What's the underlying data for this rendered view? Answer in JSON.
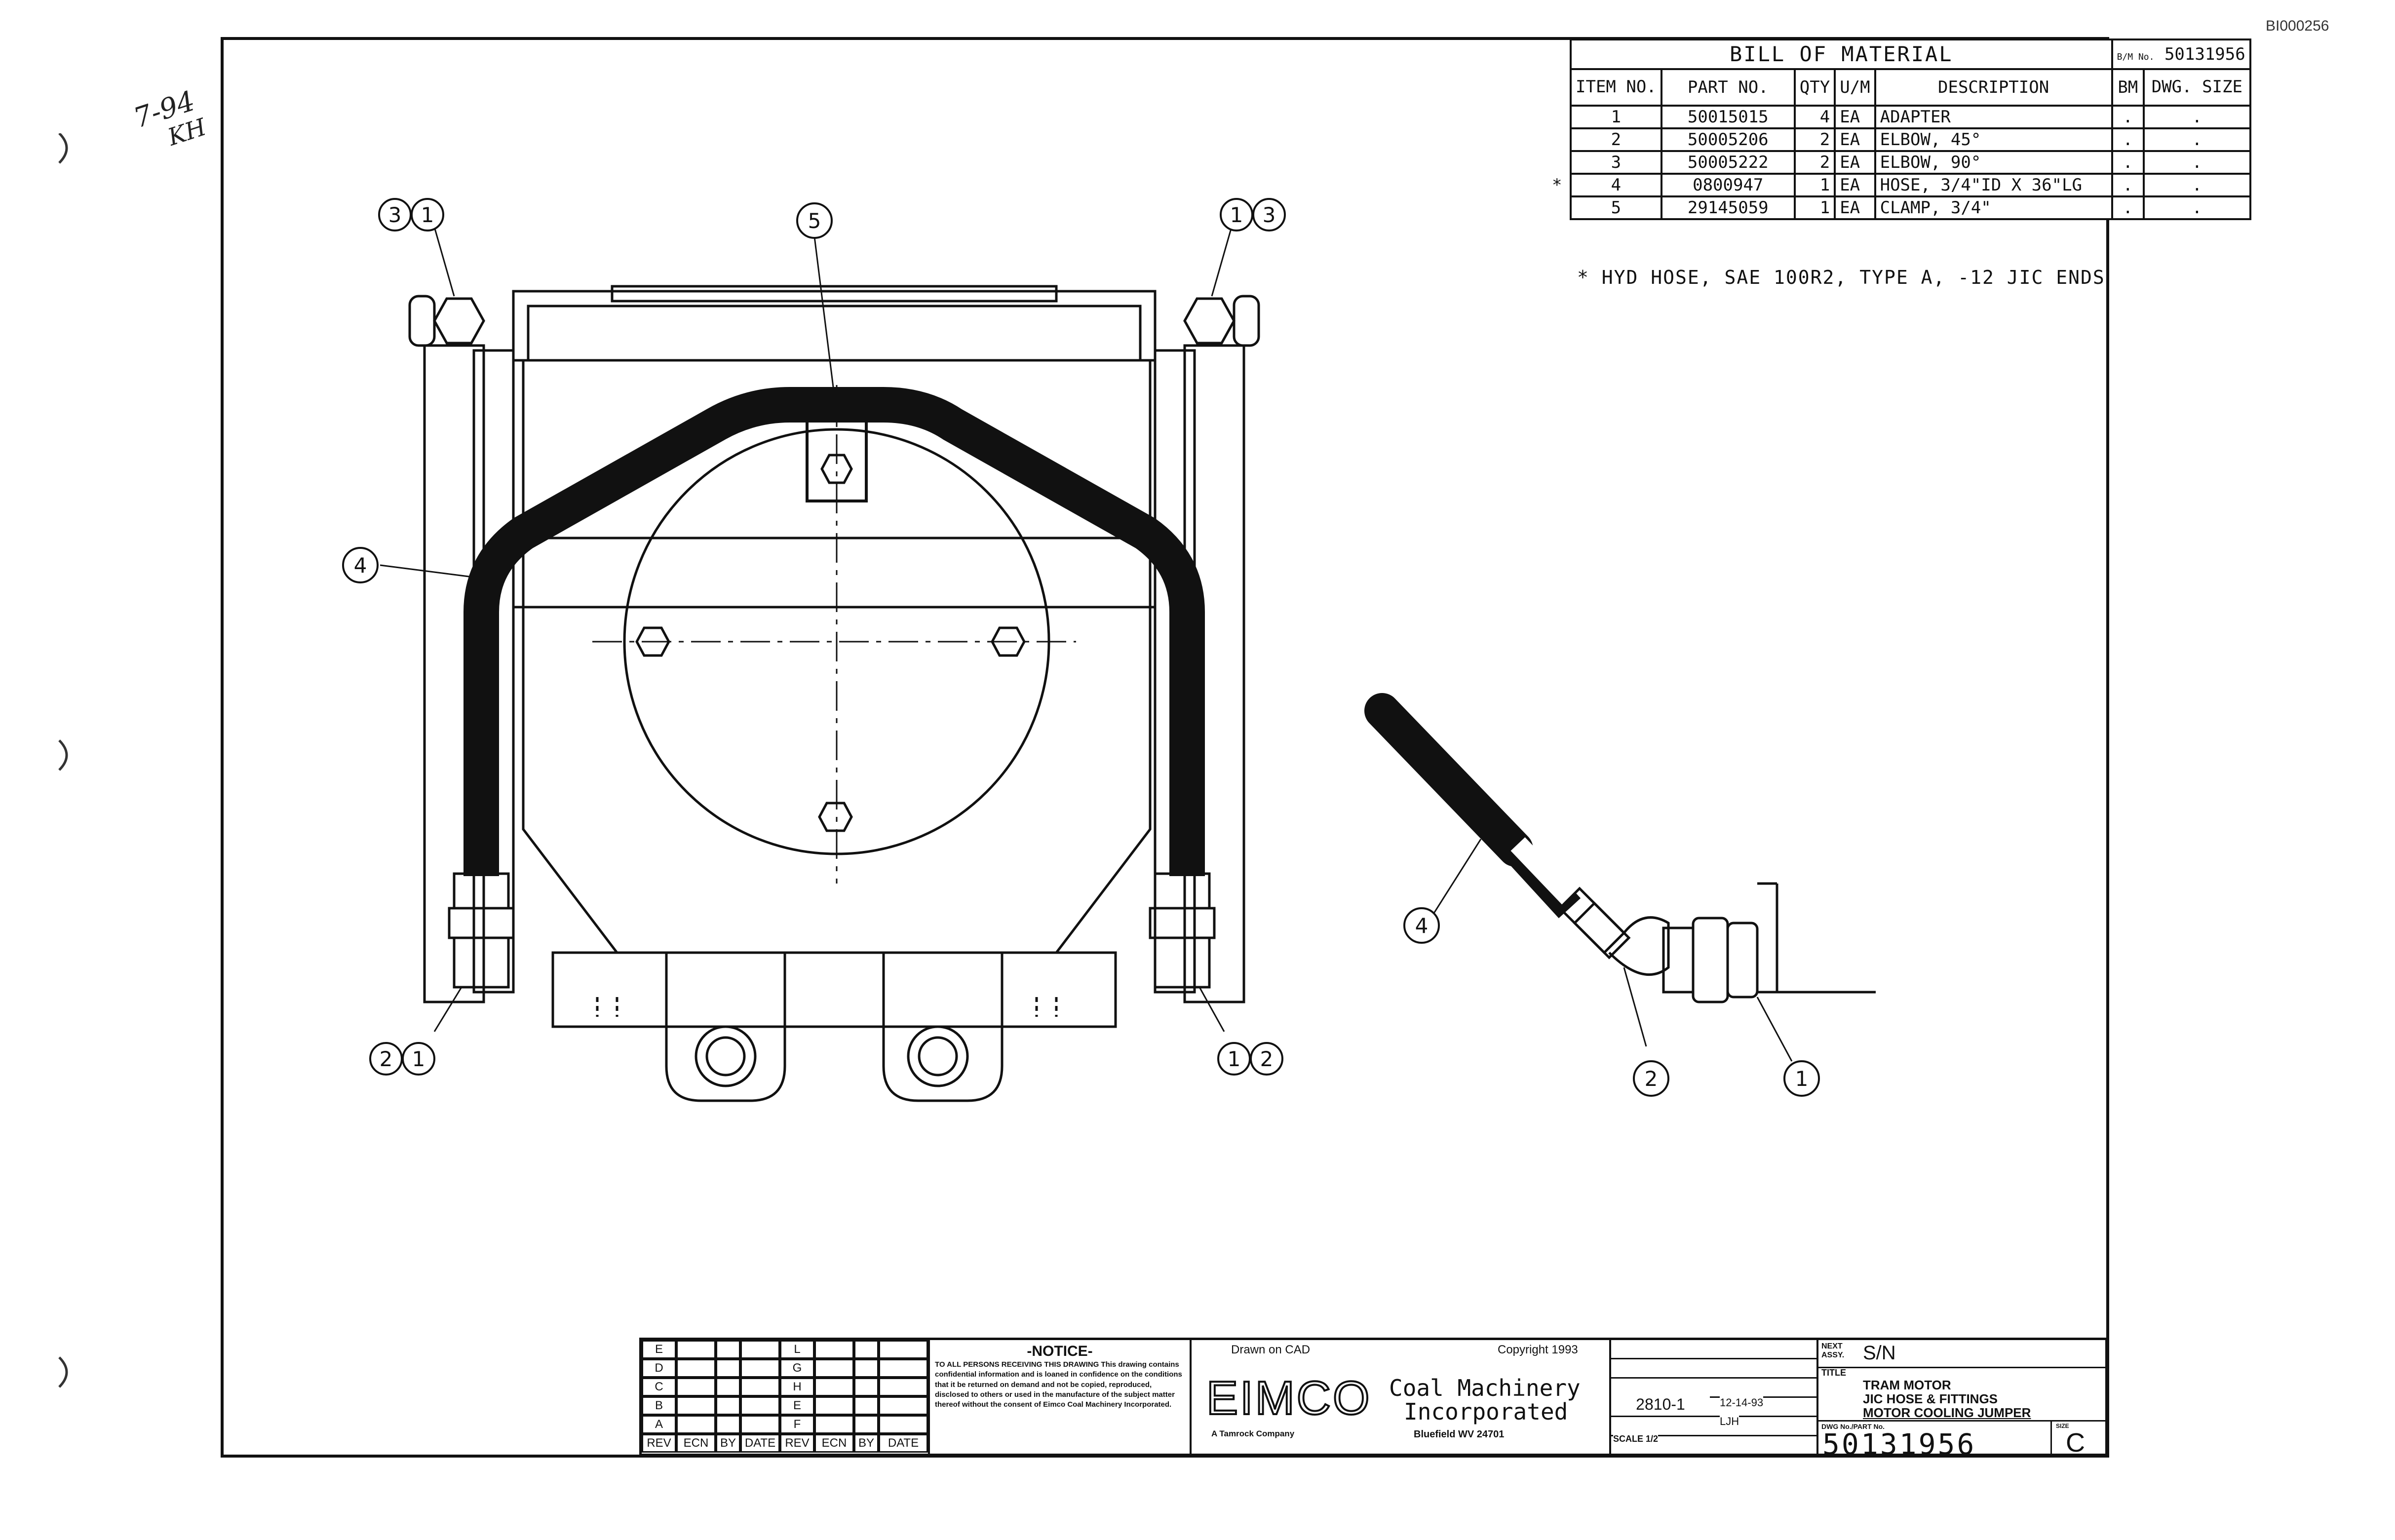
{
  "doc_id": "BI000256",
  "handwritten": {
    "line1": "7-94",
    "line2": "KH"
  },
  "bom": {
    "title": "BILL OF MATERIAL",
    "bm_no_label": "B/M No.",
    "bm_no": "50131956",
    "headers": {
      "item": "ITEM NO.",
      "part": "PART NO.",
      "qty": "QTY",
      "um": "U/M",
      "desc": "DESCRIPTION",
      "bm": "BM",
      "size": "DWG. SIZE"
    },
    "rows": [
      {
        "mark": "",
        "item": "1",
        "part": "50015015",
        "qty": "4",
        "um": "EA",
        "desc": "ADAPTER",
        "bm": ".",
        "size": "."
      },
      {
        "mark": "",
        "item": "2",
        "part": "50005206",
        "qty": "2",
        "um": "EA",
        "desc": "ELBOW, 45°",
        "bm": ".",
        "size": "."
      },
      {
        "mark": "",
        "item": "3",
        "part": "50005222",
        "qty": "2",
        "um": "EA",
        "desc": "ELBOW, 90°",
        "bm": ".",
        "size": "."
      },
      {
        "mark": "*",
        "item": "4",
        "part": "0800947",
        "qty": "1",
        "um": "EA",
        "desc": "HOSE, 3/4\"ID X 36\"LG",
        "bm": ".",
        "size": "."
      },
      {
        "mark": "",
        "item": "5",
        "part": "29145059",
        "qty": "1",
        "um": "EA",
        "desc": "CLAMP, 3/4\"",
        "bm": ".",
        "size": "."
      }
    ]
  },
  "footnote": "* HYD HOSE, SAE 100R2, TYPE A, -12 JIC ENDS",
  "balloons": {
    "b1": "1",
    "b2": "2",
    "b3": "3",
    "b4": "4",
    "b5": "5"
  },
  "title_block": {
    "rev_letters_left": [
      "E",
      "D",
      "C",
      "B",
      "A"
    ],
    "rev_letters_right": [
      "L",
      "G",
      "H",
      "E",
      "F"
    ],
    "rev_headers": [
      "REV",
      "ECN",
      "BY",
      "DATE",
      "REV",
      "ECN",
      "BY",
      "DATE"
    ],
    "notice_title": "-NOTICE-",
    "notice_text": "TO ALL PERSONS RECEIVING THIS DRAWING This drawing contains confidential information and is loaned in confidence on the conditions that it be returned on demand and not be copied, reproduced, disclosed to others or used in the manufacture of the subject matter thereof without the consent of Eimco Coal Machinery Incorporated.",
    "drawn_on": "Drawn on CAD",
    "copyright": "Copyright 1993",
    "company_logo": "EIMCO",
    "company_name_1": "Coal Machinery",
    "company_name_2": "Incorporated",
    "company_sub": "A Tamrock Company",
    "location": "Bluefield WV 24701",
    "drawing_no_small": "2810-1",
    "date": "12-14-93",
    "next_assy_label": "NEXT ASSY.",
    "next_assy": "S/N",
    "title_label": "TITLE",
    "title_1": "TRAM MOTOR",
    "title_2": "JIC HOSE & FITTINGS",
    "title_3": "MOTOR COOLING JUMPER",
    "dwg_label": "DWG No./PART No.",
    "dwg_no": "50131956",
    "size_label": "SIZE",
    "size": "C",
    "scale": "SCALE 1/2",
    "drawn_by": "LJH"
  },
  "colors": {
    "ink": "#111111",
    "paper": "#ffffff"
  }
}
